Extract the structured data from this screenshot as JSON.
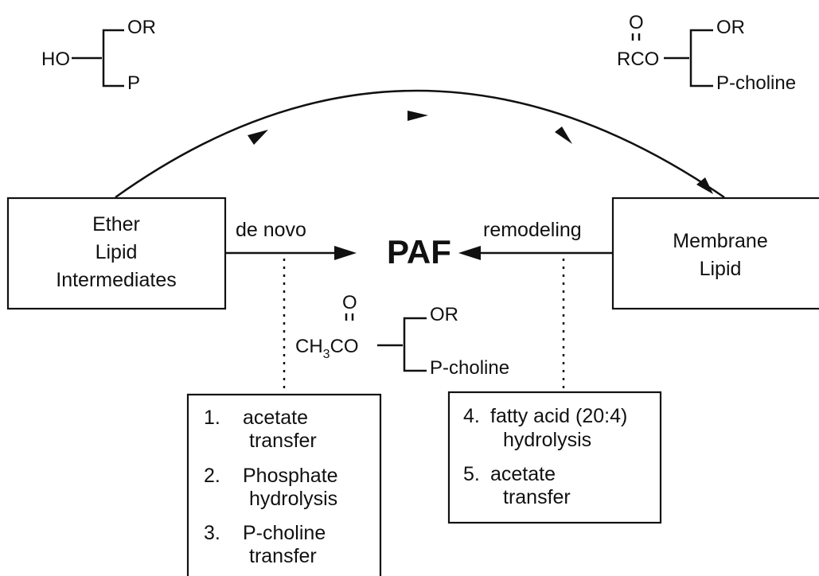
{
  "title": "PAF",
  "nodes": {
    "ether": {
      "lines": [
        "Ether",
        "Lipid",
        "Intermediates"
      ]
    },
    "membrane": {
      "lines": [
        "Membrane",
        "Lipid"
      ]
    }
  },
  "edges": {
    "de_novo": "de novo",
    "remodeling": "remodeling"
  },
  "structures": {
    "ether_lipid": {
      "left": "HO",
      "top": "OR",
      "bottom": "P"
    },
    "membrane_lipid": {
      "carbonyl_o": "O",
      "left": "RCO",
      "top": "OR",
      "bottom": "P-choline"
    },
    "paf": {
      "carbonyl_o": "O",
      "left_ch": "CH",
      "left_sub": "3",
      "left_co": "CO",
      "top": "OR",
      "bottom": "P-choline"
    }
  },
  "steps_left": [
    {
      "num": "1.",
      "lines": [
        "acetate",
        "transfer"
      ]
    },
    {
      "num": "2.",
      "lines": [
        "Phosphate",
        "hydrolysis"
      ]
    },
    {
      "num": "3.",
      "lines": [
        "P-choline",
        "transfer"
      ]
    }
  ],
  "steps_right": [
    {
      "num": "4.",
      "lines": [
        "fatty acid (20:4)",
        "hydrolysis"
      ]
    },
    {
      "num": "5.",
      "lines": [
        "acetate",
        "transfer"
      ]
    }
  ]
}
